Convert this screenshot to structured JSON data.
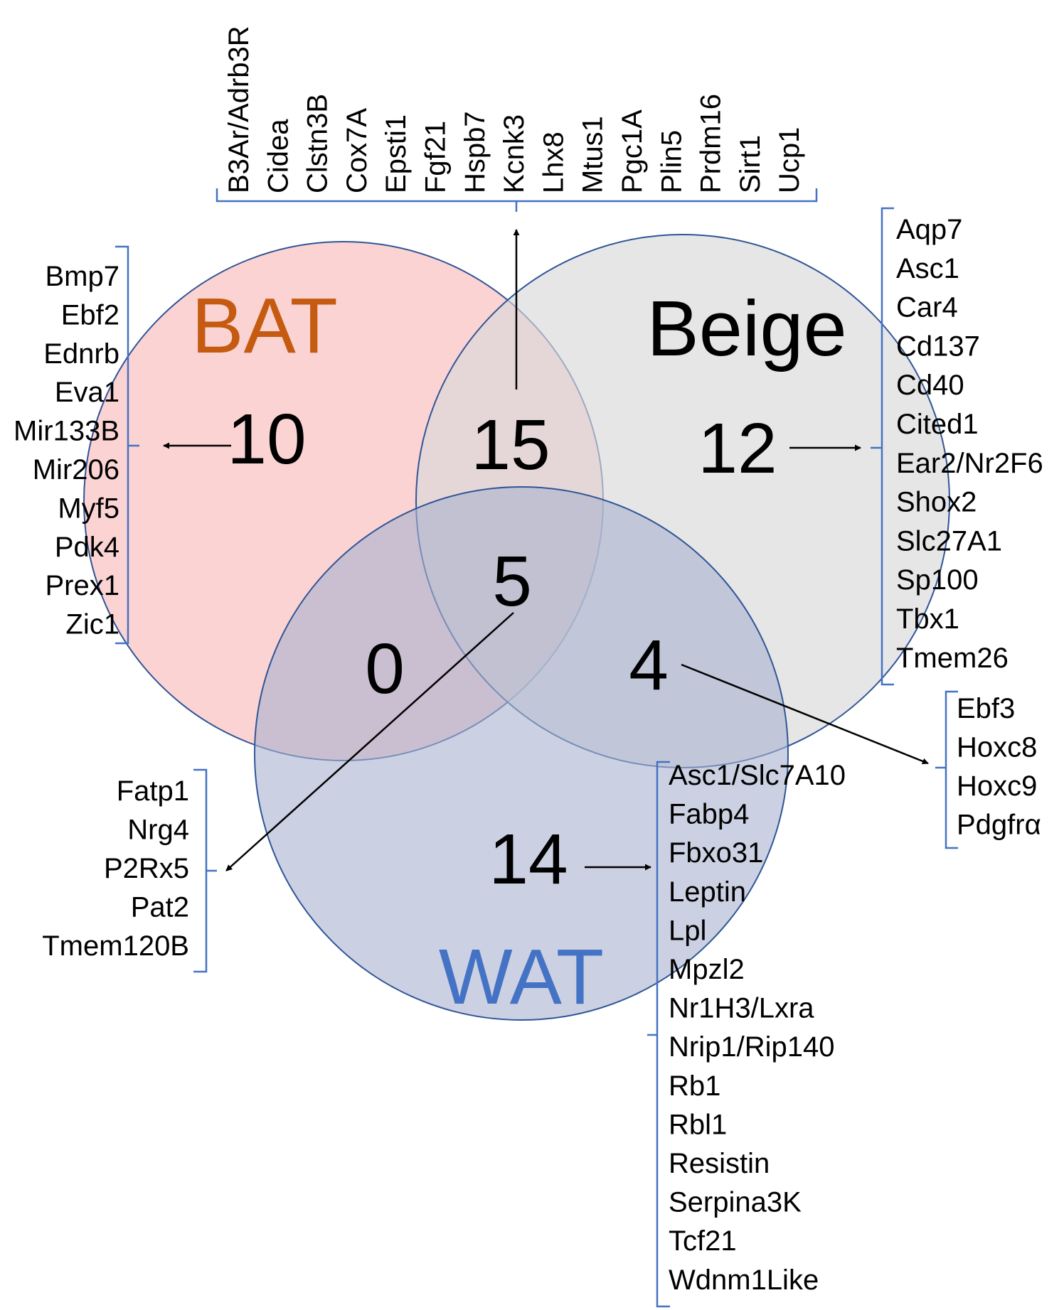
{
  "sets": {
    "bat": {
      "label": "BAT",
      "fill": "#f9c4c4",
      "stroke": "#2f5597",
      "label_color": "#c55a11"
    },
    "beige": {
      "label": "Beige",
      "fill": "#d9d9d9",
      "stroke": "#2f5597",
      "label_color": "#000000"
    },
    "wat": {
      "label": "WAT",
      "fill": "#bcc3d8",
      "stroke": "#2f5597",
      "label_color": "#4472c4"
    }
  },
  "counts": {
    "bat_only": "10",
    "bat_beige": "15",
    "beige_only": "12",
    "all_three": "5",
    "bat_wat": "0",
    "beige_wat": "4",
    "wat_only": "14"
  },
  "gene_lists": {
    "bat_beige": [
      "B3Ar/Adrb3R",
      "Cidea",
      "Clstn3B",
      "Cox7A",
      "Epsti1",
      "Fgf21",
      "Hspb7",
      "Kcnk3",
      "Lhx8",
      "Mtus1",
      "Pgc1A",
      "Plin5",
      "Prdm16",
      "Sirt1",
      "Ucp1"
    ],
    "bat_only": [
      "Bmp7",
      "Ebf2",
      "Ednrb",
      "Eva1",
      "Mir133B",
      "Mir206",
      "Myf5",
      "Pdk4",
      "Prex1",
      "Zic1"
    ],
    "beige_only": [
      "Aqp7",
      "Asc1",
      "Car4",
      "Cd137",
      "Cd40",
      "Cited1",
      "Ear2/Nr2F6",
      "Shox2",
      "Slc27A1",
      "Sp100",
      "Tbx1",
      "Tmem26"
    ],
    "beige_wat": [
      "Ebf3",
      "Hoxc8",
      "Hoxc9",
      "Pdgfrα"
    ],
    "all_three": [
      "Fatp1",
      "Nrg4",
      "P2Rx5",
      "Pat2",
      "Tmem120B"
    ],
    "wat_only": [
      "Asc1/Slc7A10",
      "Fabp4",
      "Fbxo31",
      "Leptin",
      "Lpl",
      "Mpzl2",
      "Nr1H3/Lxra",
      "Nrip1/Rip140",
      "Rb1",
      "Rbl1",
      "Resistin",
      "Serpina3K",
      "Tcf21",
      "Wdnm1Like"
    ]
  },
  "colors": {
    "bracket": "#4472c4",
    "arrow": "#000000",
    "text": "#000000"
  }
}
